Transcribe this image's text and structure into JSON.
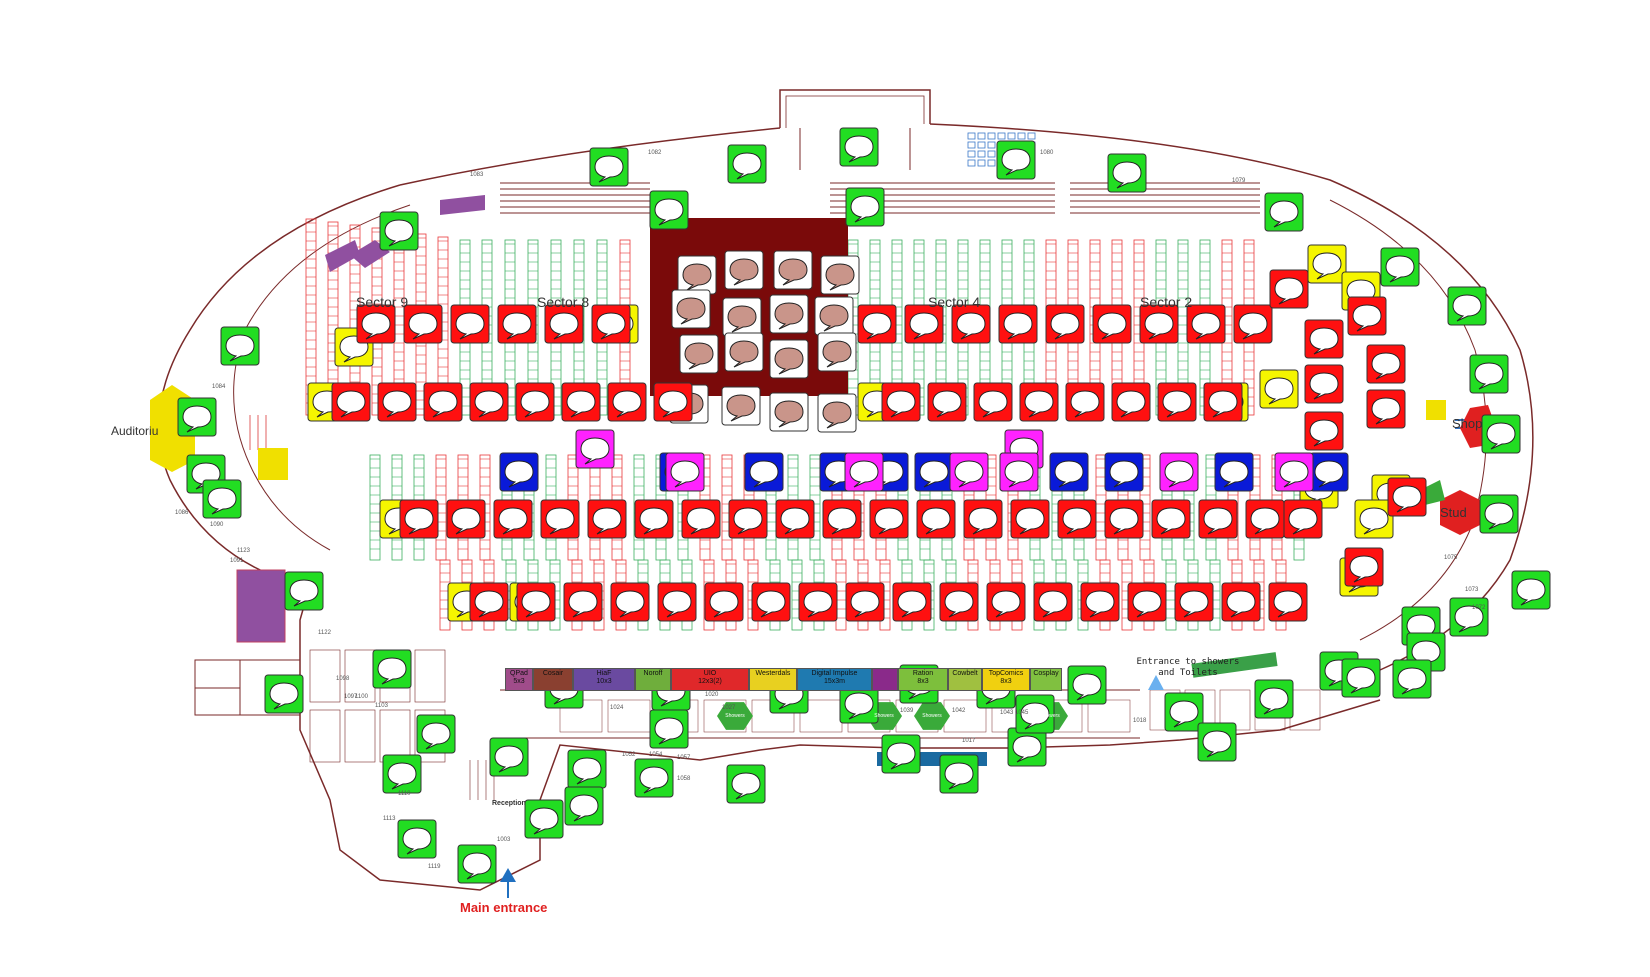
{
  "sectors": [
    {
      "label": "Sector 9"
    },
    {
      "label": "Sector 8"
    },
    {
      "label": "Sector 4"
    },
    {
      "label": "Sector 2"
    }
  ],
  "areas": {
    "auditorium": "Auditoriu",
    "shop": "Shop",
    "studio": "Stud",
    "reception": "Reception",
    "main_entrance": "Main entrance",
    "showers_entrance": "Entrance to showers and Toilets"
  },
  "room_numbers": [
    "1082",
    "1083",
    "1080",
    "1079",
    "1084",
    "1086",
    "1090",
    "1091",
    "1123",
    "1075",
    "1073",
    "1072",
    "1122",
    "1097",
    "1098",
    "1100",
    "1103",
    "1024",
    "1020",
    "1027",
    "1039",
    "1042",
    "1043",
    "1045",
    "1017",
    "1018",
    "1052",
    "1054",
    "1057",
    "1058",
    "1110",
    "1113",
    "1119",
    "1003"
  ],
  "vendors": [
    {
      "name": "QPad",
      "size": "5x3",
      "color": "#a04c8a"
    },
    {
      "name": "Cosair",
      "size": "",
      "color": "#8a4030"
    },
    {
      "name": "HiaF",
      "size": "10x3",
      "color": "#6a4aa0"
    },
    {
      "name": "Noroff",
      "size": "",
      "color": "#6fae3c"
    },
    {
      "name": "UIO",
      "size": "12x3(2)",
      "color": "#e0282a"
    },
    {
      "name": "Westerdals",
      "size": "",
      "color": "#e8d020"
    },
    {
      "name": "Digital Impulse",
      "size": "15x3m",
      "color": "#1f7ab0"
    },
    {
      "name": "",
      "size": "",
      "color": "#8a2a8a"
    },
    {
      "name": "Ration",
      "size": "8x3",
      "color": "#7dbf3c"
    },
    {
      "name": "Cowbelt",
      "size": "",
      "color": "#a0c040"
    },
    {
      "name": "TopComics",
      "size": "8x3",
      "color": "#f0d010"
    },
    {
      "name": "Cosplay",
      "size": "",
      "color": "#80c040"
    }
  ],
  "showers_label": "Showers",
  "colors": {
    "wall": "#7a2a2a",
    "seat_red": "#e8383a",
    "seat_green": "#3cb060",
    "stage": "#7a0a0a",
    "marker_green": "#22dd22",
    "marker_red": "#ff1010",
    "marker_yellow": "#f5f500",
    "marker_blue": "#0a1ad8",
    "marker_magenta": "#ff22ff",
    "marker_white": "#ffffff",
    "accent_purple": "#9050a0",
    "accent_yellow": "#f0e000"
  }
}
